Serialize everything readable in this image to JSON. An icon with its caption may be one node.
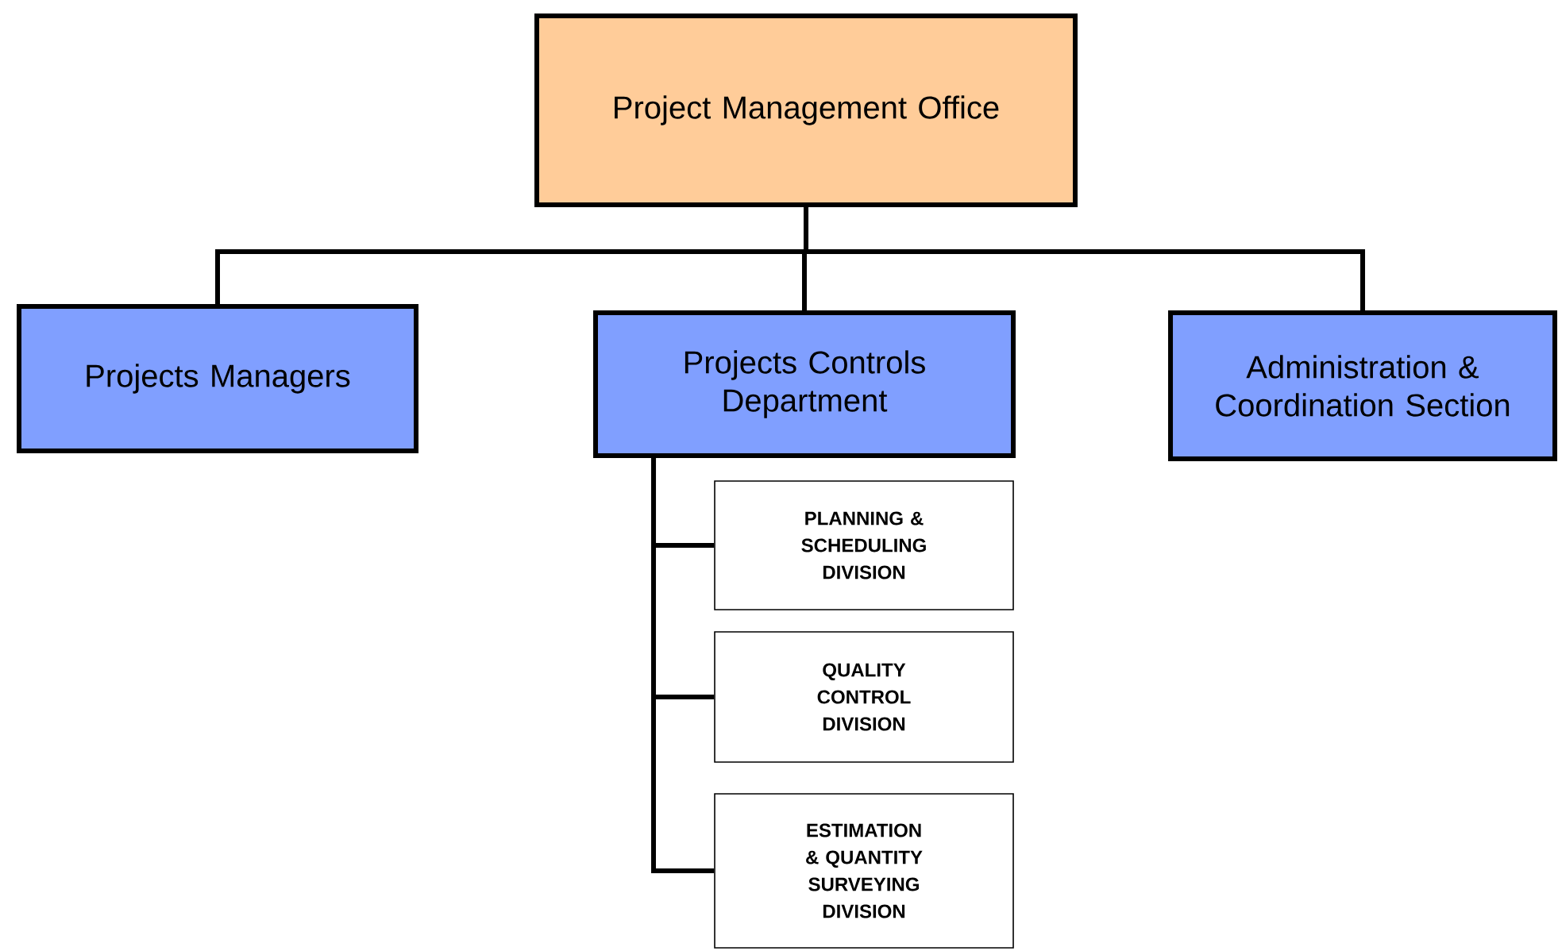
{
  "diagram": {
    "nodes": [
      {
        "text": [
          "Project Management Office"
        ]
      },
      {
        "text": [
          "Projects Managers"
        ]
      },
      {
        "text": [
          "Projects Controls Department"
        ]
      },
      {
        "text": [
          "Administration & Coordination Section"
        ]
      },
      {
        "text": [
          "PLANNING & SCHEDULING DIVISION"
        ]
      },
      {
        "text": [
          "QUALITY CONTROL DIVISION"
        ]
      },
      {
        "text": [
          "ESTIMATION & QUANTITY SURVEYING DIVISION"
        ]
      }
    ],
    "edges": [
      {
        "from": 0,
        "to": 1,
        "arrow": "none"
      },
      {
        "from": 0,
        "to": 2,
        "arrow": "none"
      },
      {
        "from": 0,
        "to": 3,
        "arrow": "none"
      },
      {
        "from": 2,
        "to": 4,
        "arrow": "none"
      },
      {
        "from": 2,
        "to": 5,
        "arrow": "none"
      },
      {
        "from": 2,
        "to": 6,
        "arrow": "none"
      }
    ]
  }
}
